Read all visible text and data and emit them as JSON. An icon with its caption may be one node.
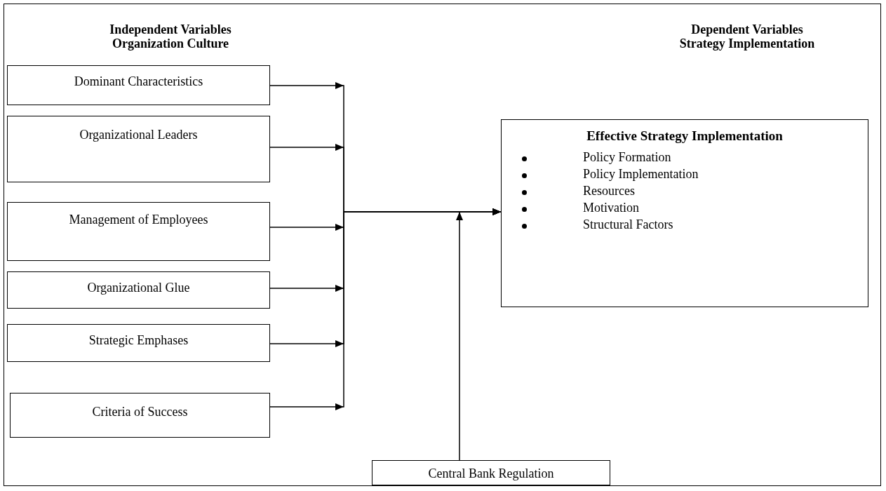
{
  "diagram": {
    "nodes": [
      {
        "text": [
          "Dominant Characteristics"
        ]
      },
      {
        "text": [
          "Organizational Leaders"
        ]
      },
      {
        "text": [
          "Management of Employees"
        ]
      },
      {
        "text": [
          "Organizational Glue"
        ]
      },
      {
        "text": [
          "Strategic Emphases"
        ]
      },
      {
        "text": [
          "Criteria of Success"
        ]
      },
      {
        "text": [
          "Effective Strategy Implementation",
          "Policy Formation",
          "Policy Implementation",
          "Resources",
          "Motivation",
          "Structural Factors"
        ]
      },
      {
        "text": [
          "Central Bank Regulation"
        ]
      }
    ],
    "edges": [
      {
        "from": 0,
        "to": 6,
        "arrow": "to"
      },
      {
        "from": 1,
        "to": 6,
        "arrow": "to"
      },
      {
        "from": 2,
        "to": 6,
        "arrow": "to"
      },
      {
        "from": 3,
        "to": 6,
        "arrow": "to"
      },
      {
        "from": 4,
        "to": 6,
        "arrow": "to"
      },
      {
        "from": 5,
        "to": 6,
        "arrow": "to"
      },
      {
        "from": 7,
        "to": null,
        "arrow": "to"
      }
    ],
    "labels": [
      "Independent Variables",
      "Organization Culture",
      "Dependent Variables",
      "Strategy Implementation"
    ]
  }
}
